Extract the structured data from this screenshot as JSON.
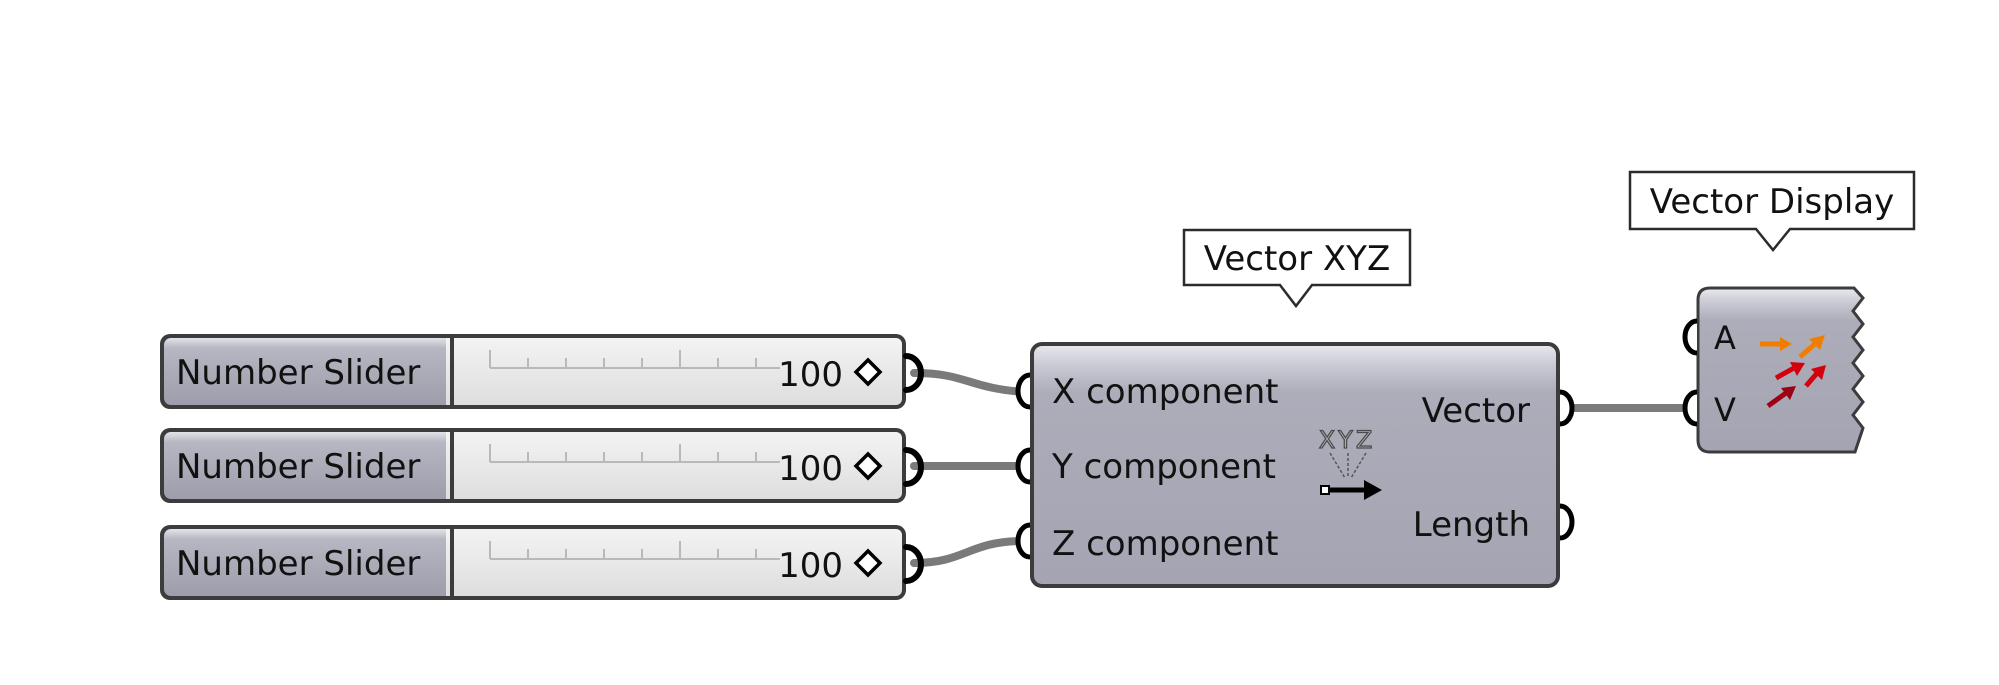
{
  "sliders": [
    {
      "label": "Number Slider",
      "value": "100"
    },
    {
      "label": "Number Slider",
      "value": "100"
    },
    {
      "label": "Number Slider",
      "value": "100"
    }
  ],
  "vector_xyz": {
    "tooltip": "Vector XYZ",
    "icon_text": "XYZ",
    "inputs": [
      "X component",
      "Y component",
      "Z component"
    ],
    "outputs": [
      "Vector",
      "Length"
    ]
  },
  "vector_display": {
    "tooltip": "Vector Display",
    "inputs": [
      "A",
      "V"
    ]
  },
  "colors": {
    "wire": "#7a7a7a",
    "component_body": "#a9a9b6",
    "slider_track": "#e4e4e4",
    "arrow_orange": "#f07d00",
    "arrow_red": "#d4000f",
    "arrow_dark_red": "#9e0014"
  }
}
